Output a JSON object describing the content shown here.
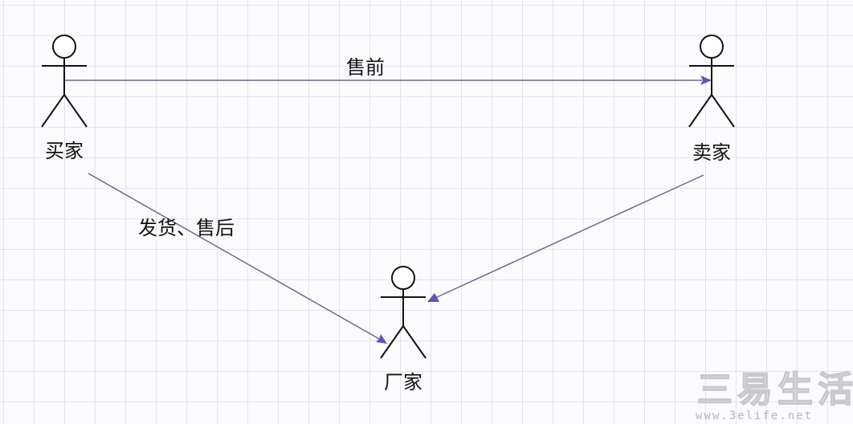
{
  "diagram": {
    "actors": {
      "buyer": {
        "label": "买家"
      },
      "seller": {
        "label": "卖家"
      },
      "manufacturer": {
        "label": "厂家"
      }
    },
    "edges": {
      "buyer_to_seller": {
        "label": "售前"
      },
      "buyer_to_manufacturer": {
        "label": "发货、售后"
      },
      "seller_to_manufacturer": {
        "label": ""
      }
    },
    "colors": {
      "edge": "#6a6a8e",
      "arrowhead": "#5b55b8",
      "grid": "#e3e3ea"
    }
  },
  "watermark": {
    "text": "三易生活",
    "url": "www.3elife.net"
  }
}
